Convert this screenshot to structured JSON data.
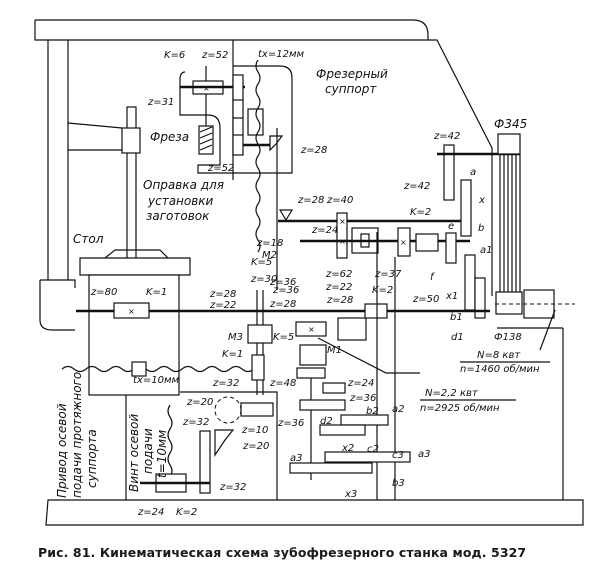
{
  "figure": {
    "caption": "Рис. 81. Кинематическая схема зубофрезерного станка мод. 5327"
  },
  "labels": {
    "milling_support": "Фрезерный",
    "milling_support_2": "суппорт",
    "cutter": "Фреза",
    "mandrel_1": "Оправка для",
    "mandrel_2": "установки",
    "mandrel_3": "заготовок",
    "table": "Стол",
    "axial_drive_1": "Привод осевой",
    "axial_drive_2": "подачи протяжного",
    "axial_drive_3": "суппорта",
    "axial_screw_1": "Винт осевой",
    "axial_screw_2": "подачи",
    "axial_screw_3": "t=10мм",
    "pulley_large": "Ф345",
    "pulley_small": "Ф138",
    "motor_main_power": "N=8 квт",
    "motor_main_speed": "n=1460 об/мин",
    "motor_aux_power": "N=2,2 квт",
    "motor_aux_speed": "n=2925 об/мин",
    "tx_top": "tx=12мм",
    "tx_table": "tx=10мм"
  },
  "gears": {
    "k6": "K=6",
    "z52a": "z=52",
    "z31": "z=31",
    "z52b": "z=52",
    "z28a": "z=28",
    "z28b": "z=28",
    "z40": "z=40",
    "k2a": "K=2",
    "z42a": "z=42",
    "z42b": "z=42",
    "a": "a",
    "x": "x",
    "b": "b",
    "e": "e",
    "f": "f",
    "a1": "a1",
    "x1": "x1",
    "b1": "b1",
    "d1": "d1",
    "k5a": "K=5",
    "z30": "z=30",
    "z18": "z=18",
    "m2": "M2",
    "z24a": "z=24",
    "z36a": "z=36",
    "z62": "z=62",
    "z37": "z=37",
    "z28c": "z=28",
    "z22a": "z=22",
    "z36b": "z=36",
    "z22b": "z=22",
    "z28d": "z=28",
    "z28e": "z=28",
    "k2b": "K=2",
    "z50": "z=50",
    "z80": "z=80",
    "k1a": "K=1",
    "m3": "M3",
    "k5b": "K=5",
    "m1": "M1",
    "k1b": "K=1",
    "z32a": "z=32",
    "z48": "z=48",
    "z24b": "z=24",
    "z36c": "z=36",
    "z36d": "z=36",
    "z20a": "z=20",
    "z10": "z=10",
    "z20b": "z=20",
    "z32b": "z=32",
    "z32c": "z=32",
    "z24c": "z=24",
    "k2c": "K=2",
    "a2": "a2",
    "b2": "b2",
    "c2": "c2",
    "d2": "d2",
    "x2": "x2",
    "a3": "a3",
    "a3b": "a3",
    "c3": "c3",
    "b3": "b3",
    "x3": "x3"
  }
}
